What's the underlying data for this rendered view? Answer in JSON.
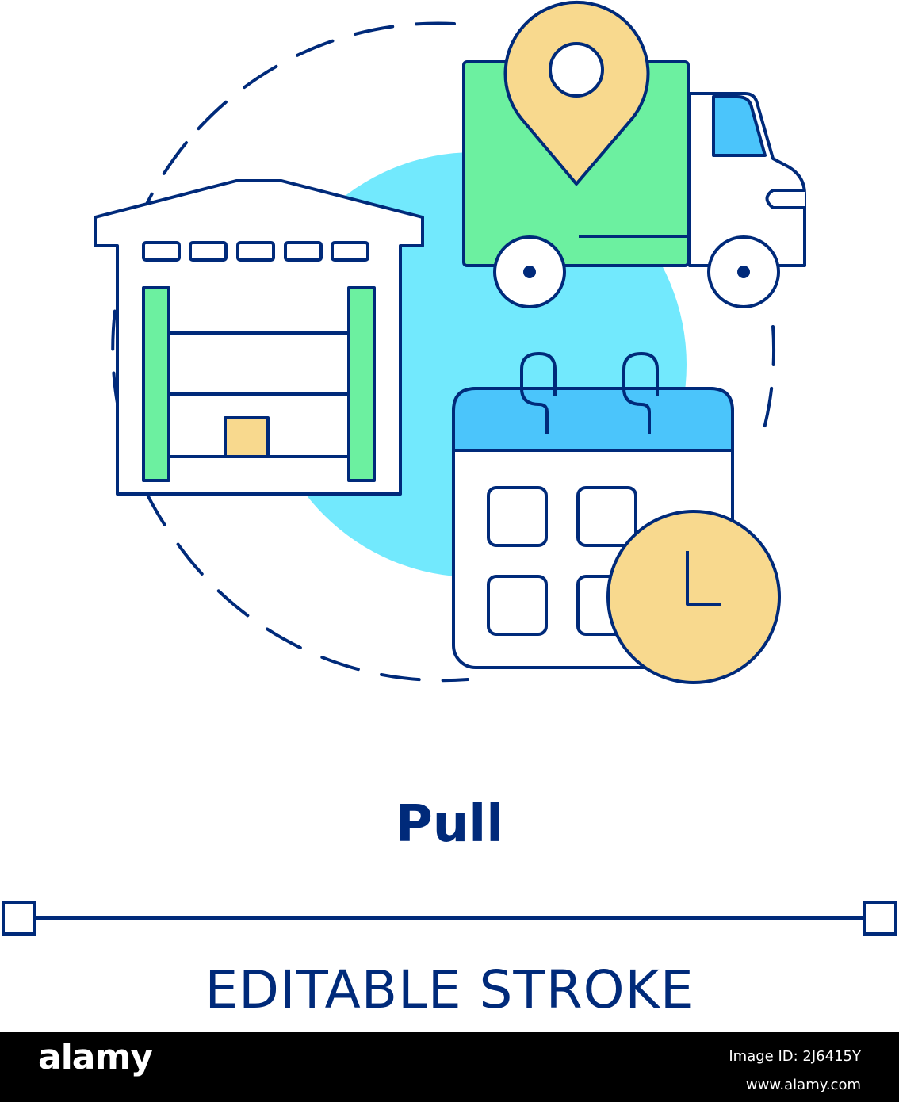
{
  "concept_label": "Pull",
  "caption": "EDITABLE STROKE",
  "footer": {
    "brand": "alamy",
    "brand_sub": "Image ID: 2J6415Y",
    "image_id": "Image ID: 2J6415Y",
    "url": "www.alamy.com"
  },
  "icons": [
    "warehouse-icon",
    "delivery-truck-icon",
    "location-pin-icon",
    "calendar-icon",
    "clock-icon"
  ],
  "colors": {
    "outline": "#002a7a",
    "circle": "#72e9fd",
    "green": "#6cf0a0",
    "yellow": "#f8d98e",
    "blue": "#4bc5fb"
  }
}
